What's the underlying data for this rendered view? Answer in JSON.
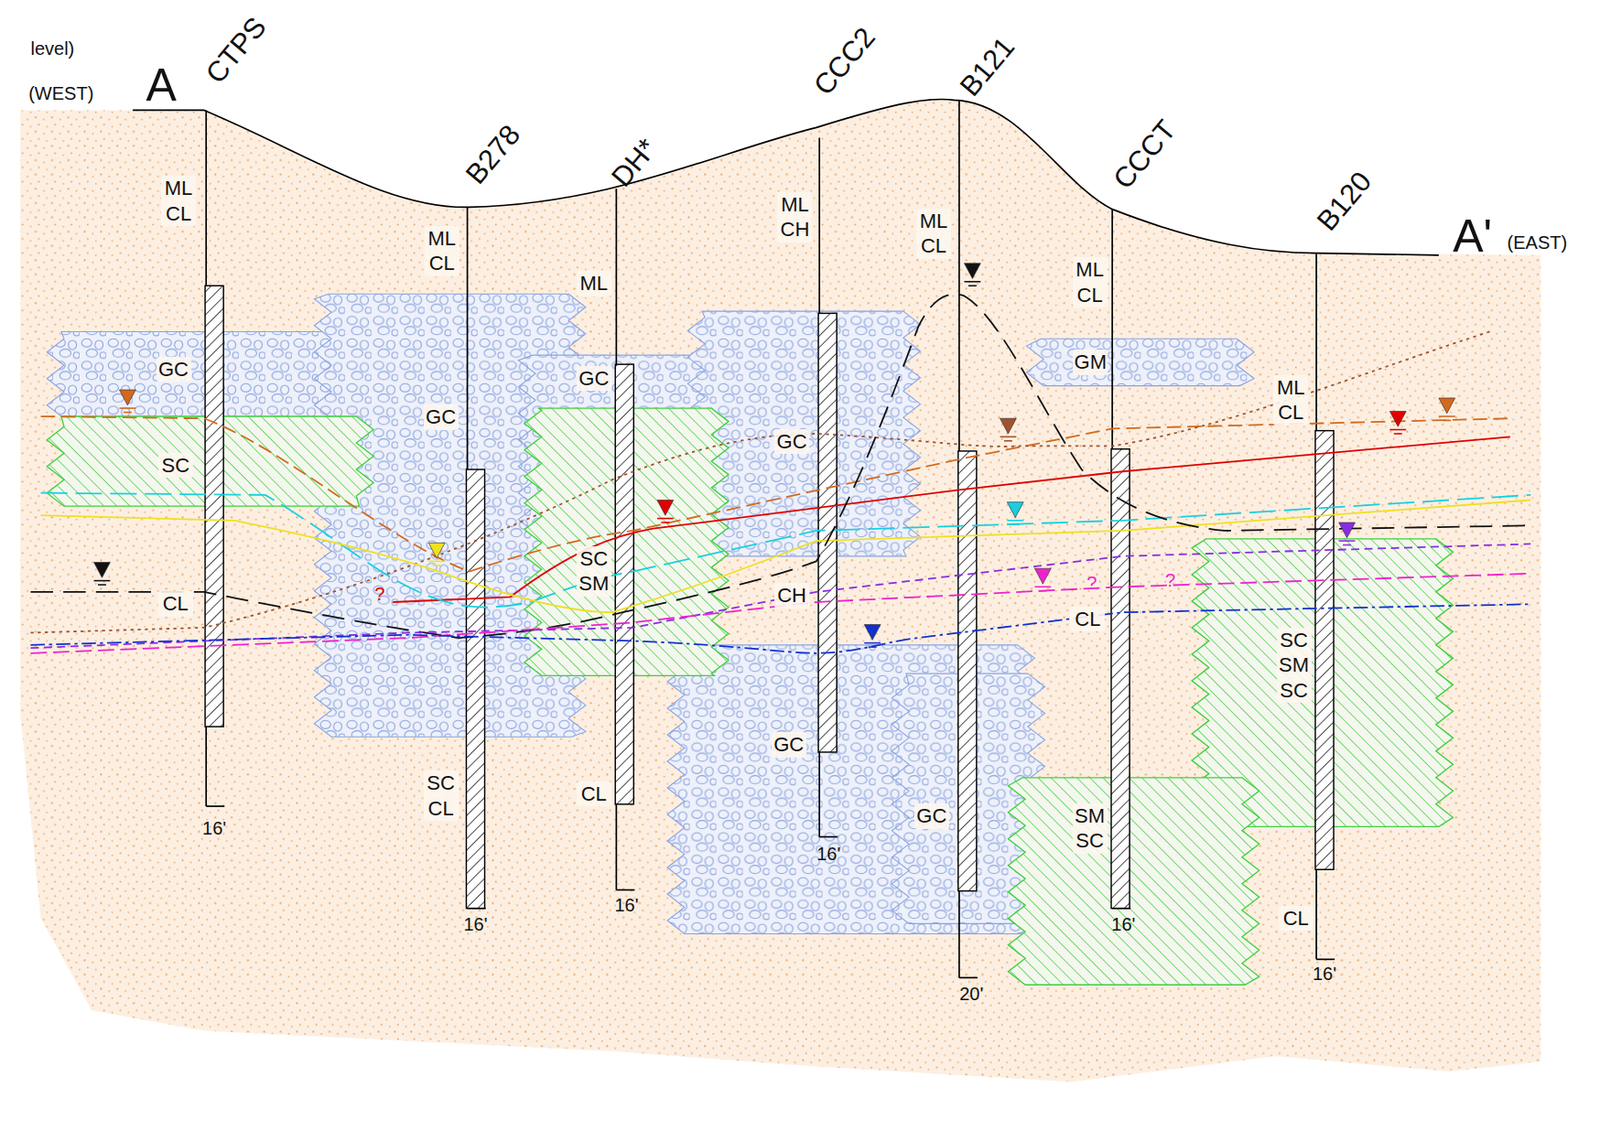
{
  "diagram": {
    "labels": [
      "level)",
      "(WEST)",
      "A",
      "CTPS",
      "B278",
      "DH*",
      "CCC2",
      "B121",
      "CCCT",
      "B120",
      "A'",
      "(EAST)",
      "ML CL",
      "GC",
      "SC",
      "CL",
      "16'",
      "ML CL",
      "GC",
      "SC CL",
      "16'",
      "ML",
      "GC",
      "SC SM",
      "CL",
      "16'",
      "ML CH",
      "GC",
      "CH",
      "GC",
      "16'",
      "ML CL",
      "GC",
      "20'",
      "ML CL",
      "GM",
      "CL",
      "SM SC",
      "16'",
      "ML CL",
      "SC SM SC",
      "CL",
      "16'",
      "?",
      "?",
      "?"
    ]
  }
}
